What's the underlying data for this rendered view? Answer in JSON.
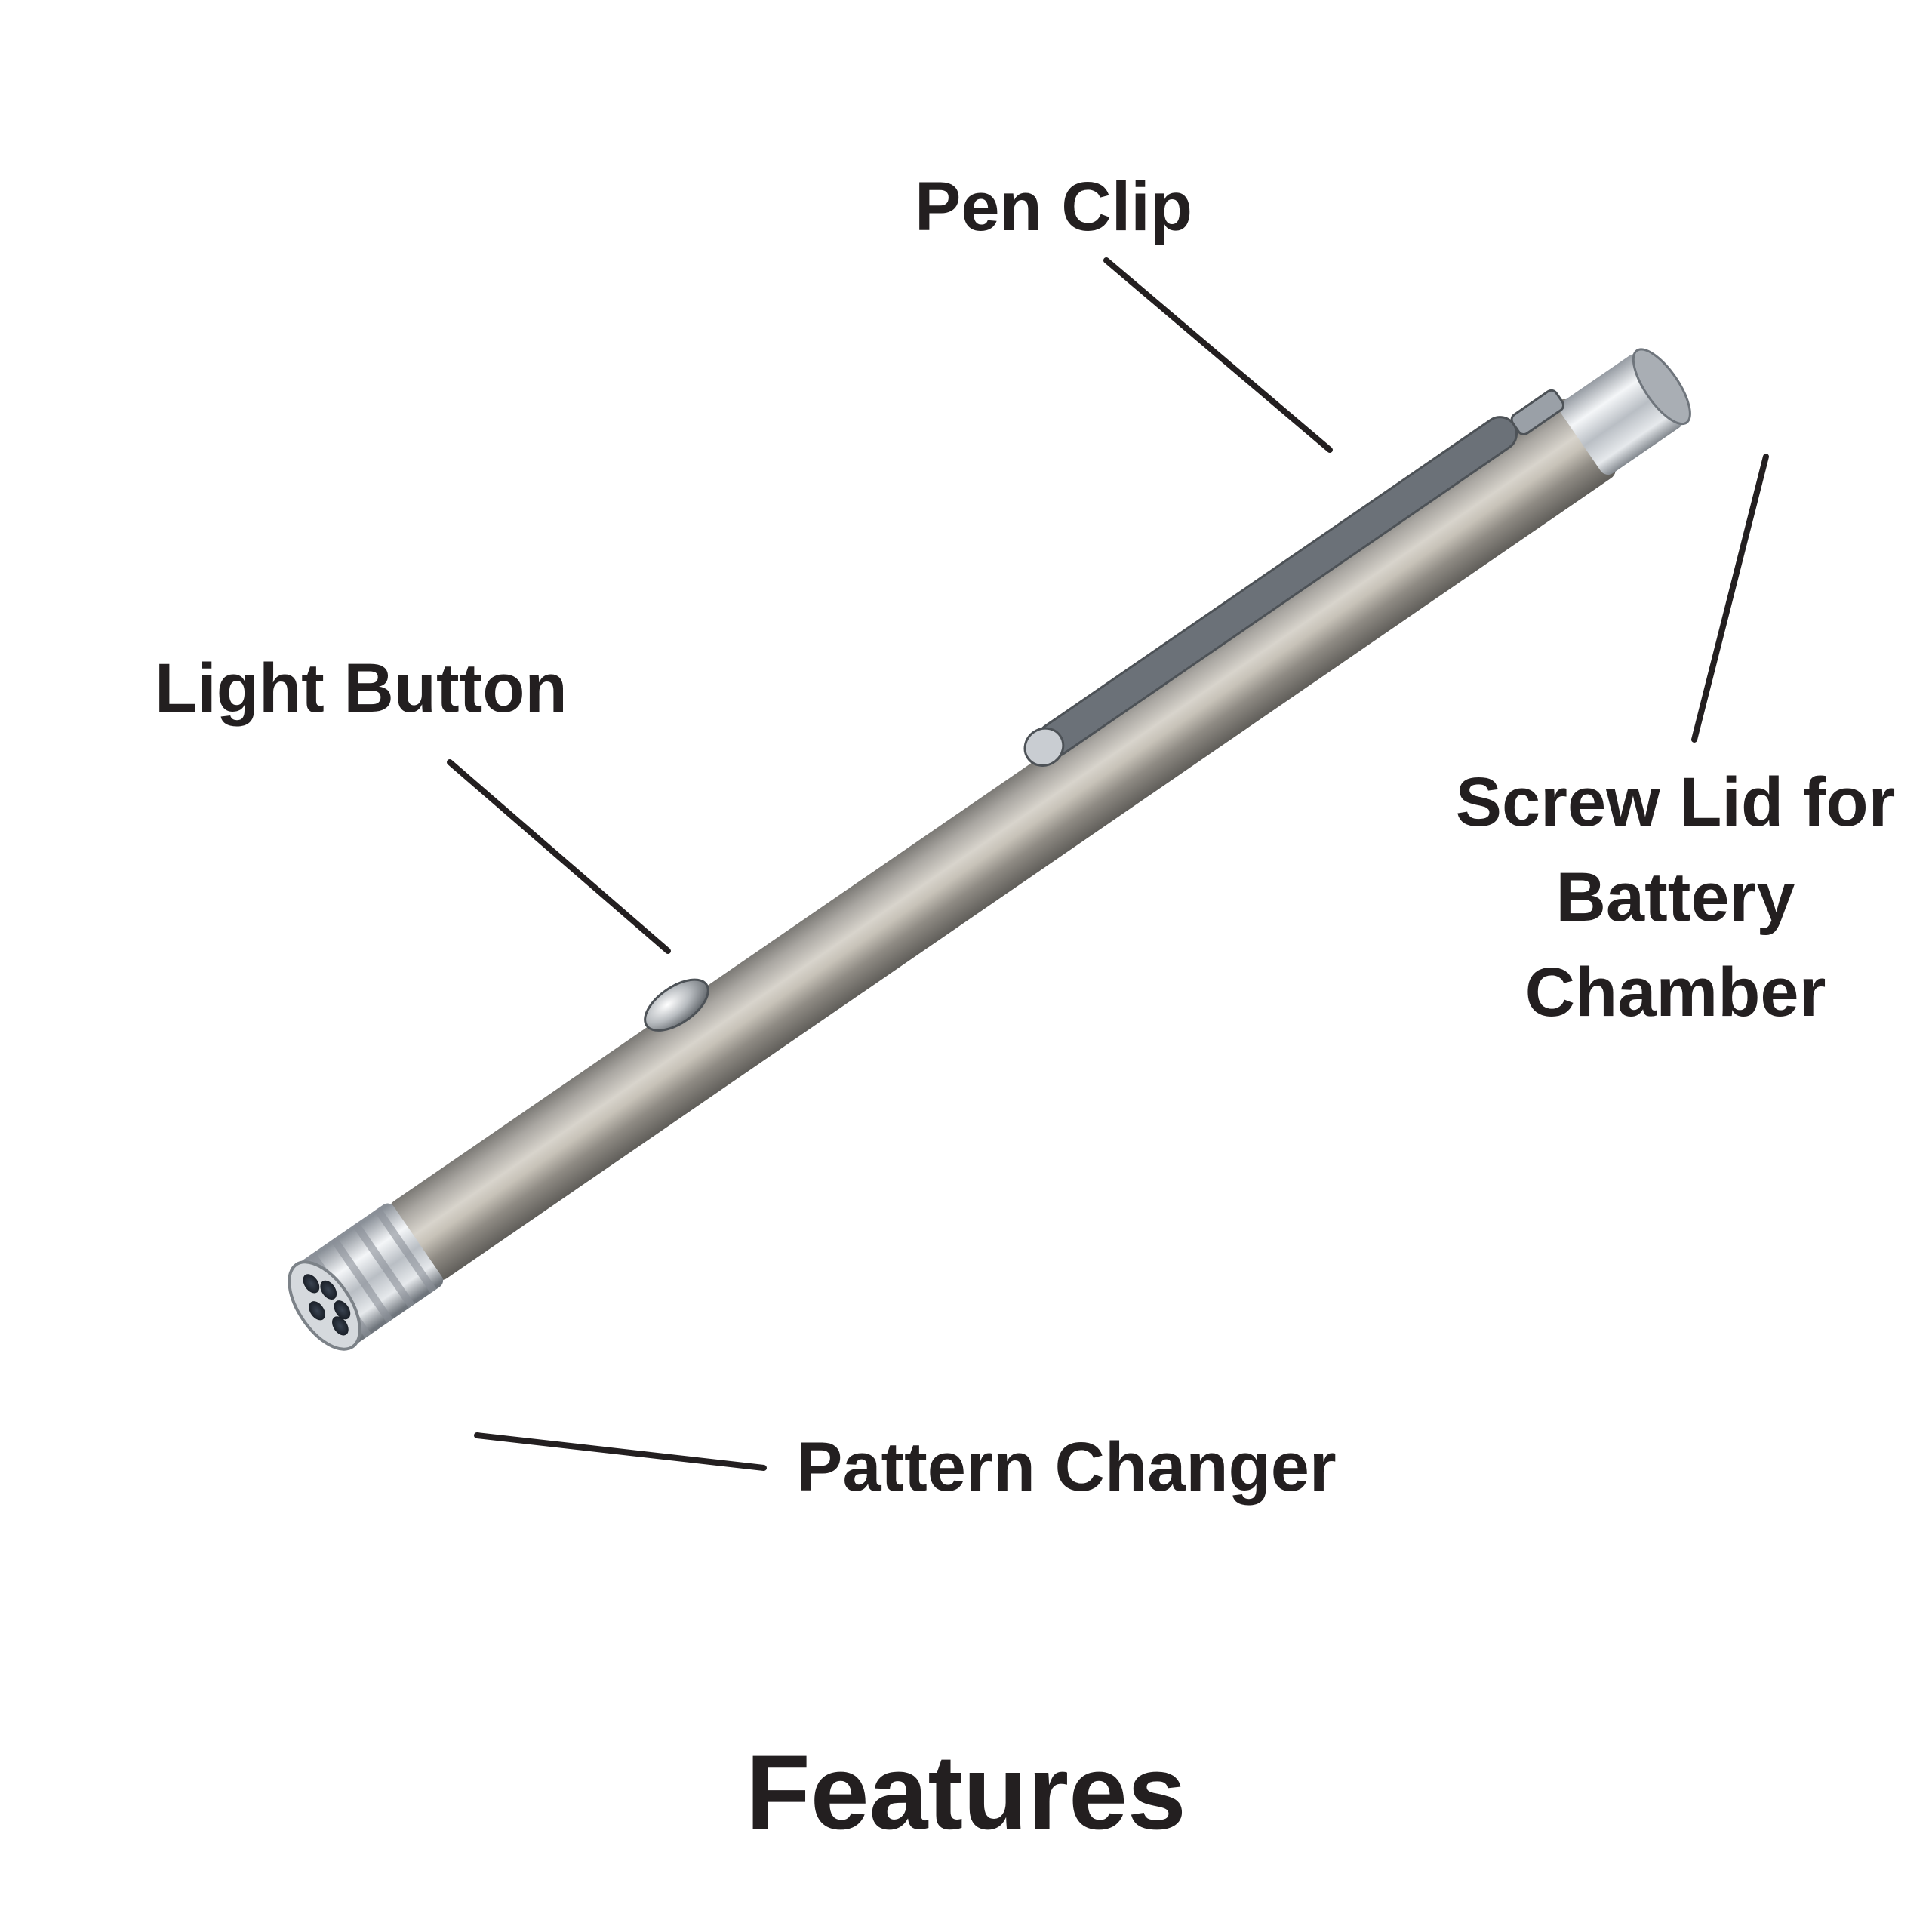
{
  "title": "Features",
  "callouts": {
    "pen_clip": "Pen Clip",
    "light_button": "Light Button",
    "screw_lid": "Screw Lid for Battery Chamber",
    "pattern_changer": "Pattern Changer"
  },
  "colors": {
    "text": "#231f20",
    "leader_line": "#231f20",
    "background": "#ffffff",
    "steel_light": "#d9d6d1",
    "steel_dark": "#6e6c68",
    "chrome": "#f2f4f6"
  }
}
